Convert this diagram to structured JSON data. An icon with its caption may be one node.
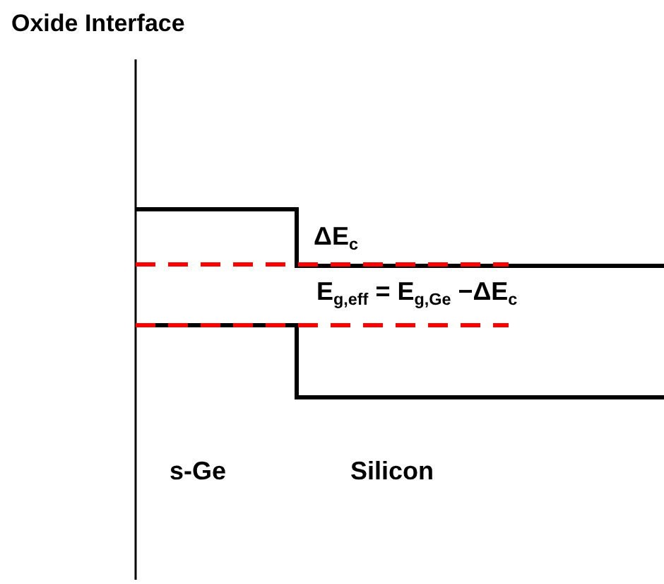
{
  "diagram": {
    "title": "Oxide Interface",
    "labels": [
      "ΔE$_{c}$",
      "E$_{g,eff}$ = E$_{g,Ge}$ −ΔE$_{c}$",
      "s-Ge",
      "Silicon"
    ]
  }
}
